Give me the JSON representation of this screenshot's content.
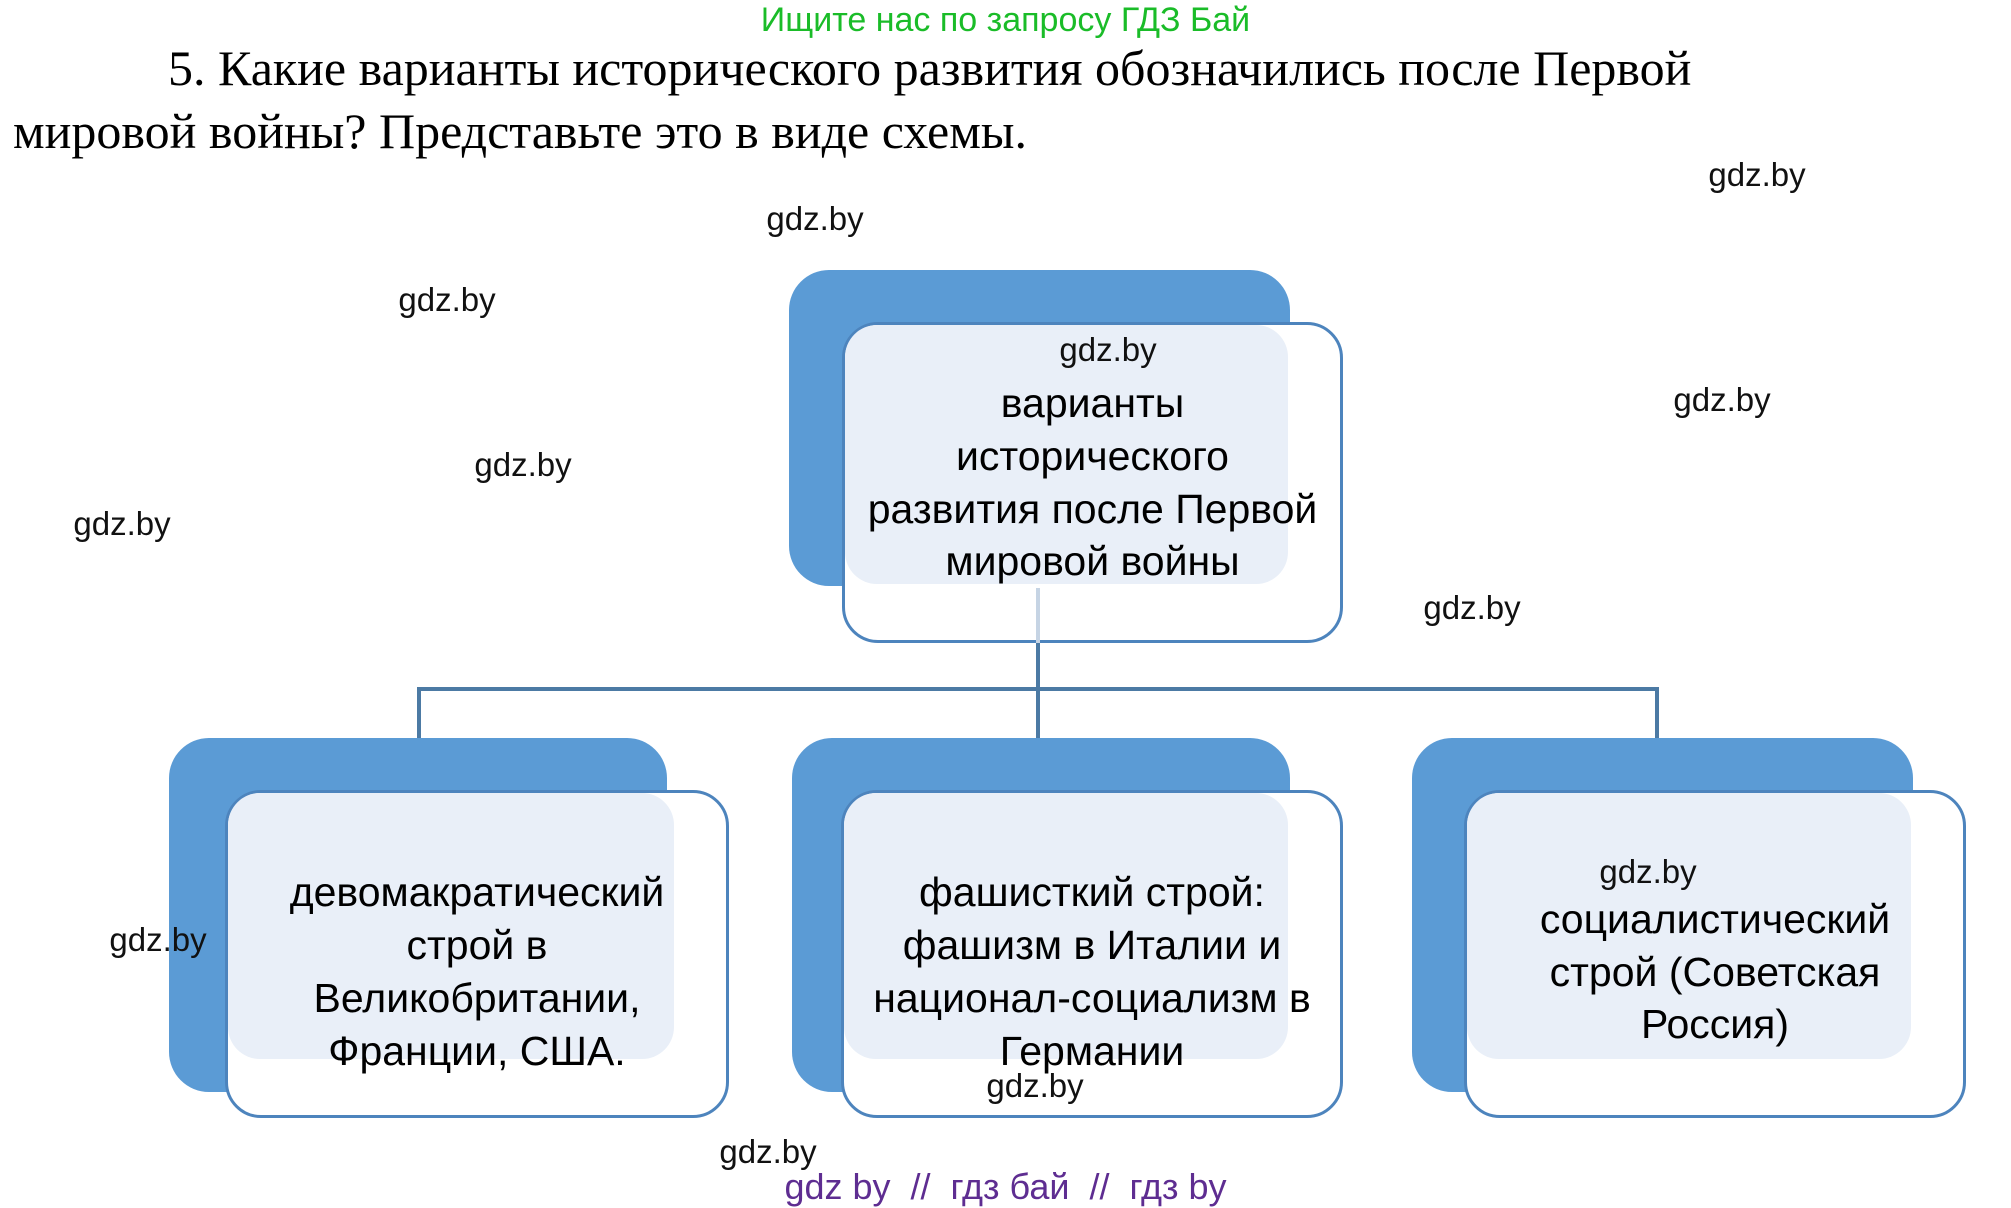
{
  "banner": {
    "text": "Ищите нас по запросу ГДЗ Бай"
  },
  "title": {
    "line1": "5. Какие варианты исторического развития обозначились после Первой",
    "line2": "мировой войны? Представьте это в виде схемы."
  },
  "diagram": {
    "root": {
      "text": "варианты\nисторического\nразвития после Первой\nмировой войны"
    },
    "children": [
      {
        "text": "девомакратический\nстрой в\nВеликобритании,\nФранции, США."
      },
      {
        "text": "фашисткий строй:\nфашизм в Италии и\nнационал-социализм в\nГермании"
      },
      {
        "text": "социалистический\nстрой (Советская\nРоссия)"
      }
    ]
  },
  "watermarks": [
    {
      "text": "gdz.by"
    },
    {
      "text": "gdz.by"
    },
    {
      "text": "gdz.by"
    },
    {
      "text": "gdz.by"
    },
    {
      "text": "gdz.by"
    },
    {
      "text": "gdz.by"
    },
    {
      "text": "gdz.by"
    },
    {
      "text": "gdz.by"
    },
    {
      "text": "gdz.by"
    },
    {
      "text": "gdz.by"
    },
    {
      "text": "gdz.by"
    },
    {
      "text": "gdz.by"
    }
  ],
  "footer": {
    "text": "gdz by  //  гдз бай  //  гдз by"
  },
  "colors": {
    "blue": "#5b9bd5",
    "border-blue": "#4d84bd",
    "line-blue": "#4c7aa4",
    "fill-light": "#e9eff8",
    "green": "#1abc28",
    "purple": "#5e2d91"
  }
}
